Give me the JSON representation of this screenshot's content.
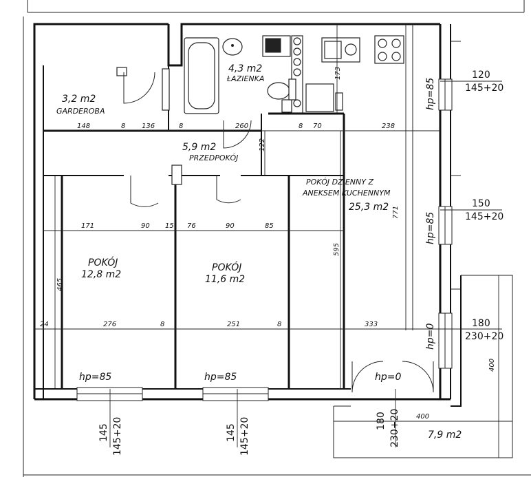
{
  "rooms": {
    "garderoba": {
      "area": "3,2 m2",
      "name": "GARDEROBA"
    },
    "lazienka": {
      "area": "4,3 m2",
      "name": "ŁAZIENKA"
    },
    "przedpokoj": {
      "area": "5,9 m2",
      "name": "PRZEDPOKÓJ"
    },
    "pokoj_dzienny": {
      "name_line1": "POKÓJ DZIENNY Z",
      "name_line2": "ANEKSEM KUCHENNYM",
      "area": "25,3 m2"
    },
    "pokoj1": {
      "name": "POKÓJ",
      "area": "12,8 m2"
    },
    "pokoj2": {
      "name": "POKÓJ",
      "area": "11,6 m2"
    },
    "balkon": {
      "area": "7,9 m2"
    }
  },
  "dimensions": {
    "top_row": [
      "148",
      "8",
      "136",
      "8",
      "260",
      "8",
      "70",
      "238"
    ],
    "mid_row": [
      "171",
      "90",
      "15",
      "76",
      "90",
      "85"
    ],
    "bottom_row": [
      "24",
      "276",
      "8",
      "251",
      "8",
      "333"
    ],
    "vertical": {
      "bathroom": "173",
      "hall": "122",
      "living": "595",
      "living_total": "771",
      "room": "465",
      "balcony": "400"
    },
    "balcony_width": "400"
  },
  "windows": {
    "right1": {
      "hp": "hp=85",
      "w": "120",
      "h": "145+20"
    },
    "right2": {
      "hp": "hp=85",
      "w": "150",
      "h": "145+20"
    },
    "right3": {
      "hp": "hp=0",
      "w": "180",
      "h": "230+20"
    },
    "bottom1": {
      "hp": "hp=85",
      "w": "145",
      "h": "145+20"
    },
    "bottom2": {
      "hp": "hp=85",
      "w": "145",
      "h": "145+20"
    },
    "balcony_door": {
      "hp": "hp=0",
      "w": "180",
      "h": "230+20"
    }
  }
}
